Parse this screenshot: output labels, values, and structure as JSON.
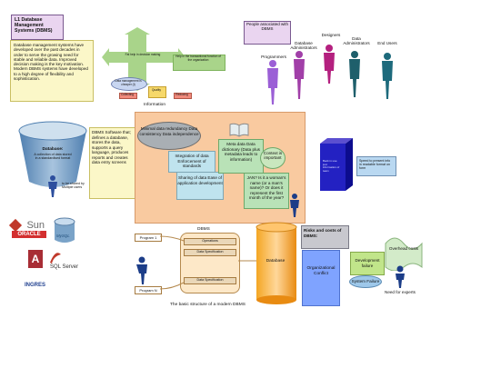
{
  "title": "L1 Database Management Systems (DBMS)",
  "intro_text": "Database management systems have developed over the past decades in order to serve the growing need for stable and reliable data. Improved decision making is the key motivation. Modern DBMS systems have developed to a high degree of flexibility and sophistication.",
  "information": {
    "label": "Information",
    "speed_text": "Fat help in decision making",
    "help_text": "Help in the transactional function of the organization",
    "oval_text": "Data management is cheaper (t)",
    "blocks": [
      "Collecting",
      "Quality",
      "Reducing"
    ]
  },
  "people": {
    "title": "People associated with DBMS",
    "roles": [
      "Programmers",
      "Database Administrators",
      "Designers",
      "Data Administrators",
      "End Users"
    ]
  },
  "database": {
    "cylinder_title": "Database:",
    "cylinder_text": "A collection of data stored in a standardised format",
    "shared_text": "to be shared by Multiple users"
  },
  "dbms_definition": "DBMS Software that; defines a database, stores the data, supports a query language, produces reports and creates data entry screens",
  "features": {
    "minimal": "Minimal data redundancy Data consistency Data independence",
    "integration": "Integration of data Enforcement of standards",
    "sharing": "Sharing of data Ease of application development",
    "meta": "Meta data Data dictionary (Data plus metadata leads to information)",
    "context": "Context is important",
    "question": "JAN? Is it a woman's name (or a man's name)? Or does it represent the first month of the year?"
  },
  "pc_text": "Back in use just information of team",
  "screen_text": "Speed to present info in readable format on form",
  "vendors": [
    "Sun",
    "ORACLE",
    "MySQL",
    "SQL Server",
    "INGRES"
  ],
  "structure": {
    "dbms_label": "DBMS",
    "operations": "Operations",
    "data_spec": "Data Specification",
    "database": "Database",
    "program_1": "Program 1",
    "program_n": "Program N",
    "caption": "The basic structure of a modern DBMS"
  },
  "risks": {
    "title": "Risks and costs of DBMS:",
    "org_conflict": "Organizational Conflict",
    "dev_failure": "Development failure",
    "system_failure": "System Failure",
    "overhead": "Overhead costs",
    "experts": "Need for experts"
  }
}
